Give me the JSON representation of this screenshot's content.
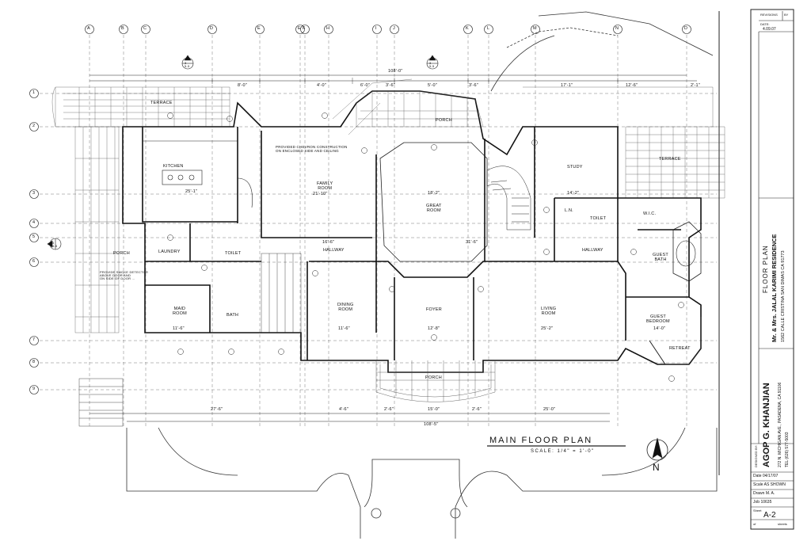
{
  "grid": {
    "columns": [
      "A",
      "B",
      "C",
      "D",
      "E",
      "E",
      "F",
      "H",
      "I",
      "J",
      "K",
      "L",
      "M",
      "N",
      "D"
    ],
    "rows": [
      "1",
      "2",
      "3",
      "4",
      "5",
      "6",
      "7",
      "8",
      "9"
    ]
  },
  "sections": [
    {
      "label": "3\n5-5",
      "id": "a"
    },
    {
      "label": "3\n5-5",
      "id": "b"
    },
    {
      "label": "5\n5-5",
      "id": "c"
    }
  ],
  "rooms": {
    "terrace_left": "TERRACE",
    "terrace_right": "TERRACE",
    "kitchen": "KITCHEN",
    "family_room": "FAMILY\nROOM",
    "great_room": "GREAT\nROOM",
    "study": "STUDY",
    "wic": "W.I.C.",
    "laundry": "LAUNDRY",
    "toilet_left": "TOILET",
    "hallway_left": "HALLWAY",
    "hallway_right": "HALLWAY",
    "maid_room": "MAID\nROOM",
    "bath": "BATH",
    "dining": "DINING\nROOM",
    "foyer": "FOYER",
    "living": "LIVING\nROOM",
    "guest_bedroom": "GUEST\nBEDROOM",
    "retreat": "RETREAT",
    "guest_bath": "GUEST\nBATH",
    "porch_top": "PORCH",
    "porch_left": "PORCH",
    "porch_bottom": "PORCH",
    "toilet_right": "TOILET",
    "ln": "L.N."
  },
  "dimensions": {
    "overall_top": "108'-0\"",
    "overall_bottom": "108'-5\"",
    "d1": "8'-0\"",
    "d2": "4'-0\"",
    "d3": "6'-0\"",
    "d4": "3'-6\"",
    "d5": "5'-0\"",
    "d6": "3'-6\"",
    "d7": "17'-1\"",
    "d8": "12'-6\"",
    "d9": "2'-1\"",
    "b1": "27'-6\"",
    "b2": "4'-6\"",
    "b3": "2'-6\"",
    "b4": "15'-0\"",
    "b5": "2'-6\"",
    "b6": "25'-0\"",
    "kitchen_w": "25'-1\"",
    "family_w": "21'-10\"",
    "great_w": "18'-2\"",
    "study_w": "14'-2\"",
    "hall_w": "16'-6\"",
    "hall_w2": "31'-6\"",
    "dining_w": "11'-6\"",
    "foyer_w": "12'-8\"",
    "living_w": "25'-2\"",
    "guest_w": "14'-0\"",
    "maid_w": "11'-6\""
  },
  "notes": {
    "note_top": "PROVIDED CHEVRON CONSTRUCTION\nON ENCLOSED SIDE AND CEILING",
    "note_left": "PROVIDE SMOKE DETECTOR\nABOVE DOOR AND\nON SIDE OF DOOR ..."
  },
  "plan_title": "MAIN FLOOR PLAN",
  "scale": "SCALE:   1/4\" = 1'-0\"",
  "north": "N",
  "title_block": {
    "revisions": "REVISIONS",
    "by": "BY",
    "date_label": "DATE:",
    "date_val": "4.09.07",
    "drawing_title": "FLOOR PLAN",
    "project_line1": "Mr. & Mrs. JALAL KARIMI RESIDENCE",
    "project_line2": "1562 CALLE CRISTINA SAN DIMAS CA 91773",
    "designer": "AGOP G. KHANJIAN",
    "address": "272 N. MICHIGAN AVE., PASADENA, CA 91106",
    "tel": "TEL (626) 577-5003",
    "designed_by": "DESIGNED BY:",
    "date_row": "Date  04/17/07",
    "scale_row": "Scale  AS  SHOWN",
    "drawn_row": "Drawn  M. A.",
    "job_row": "Job  10635",
    "sheet_label": "Sheet",
    "sheet_no": "A-2",
    "of": "of",
    "sheets": "sheets"
  }
}
